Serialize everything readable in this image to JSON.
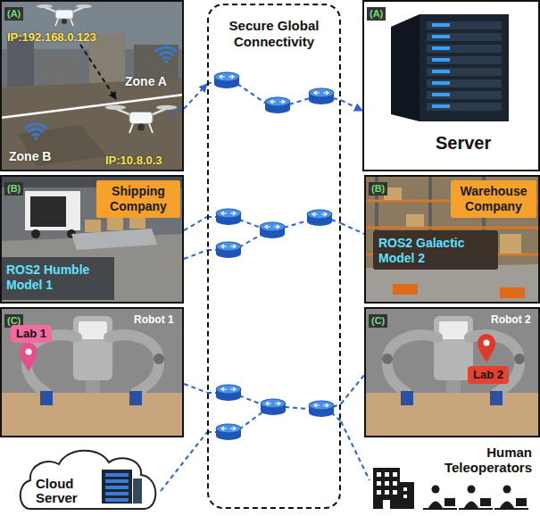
{
  "diagram": {
    "nodes": [
      {
        "text": [
          "(A)",
          "IP:192.168.0.123",
          "Zone A",
          "Zone B",
          "IP:10.8.0.3"
        ]
      },
      {
        "text": [
          "Secure Global Connectivity"
        ]
      },
      {
        "text": [
          "(A)",
          "Server"
        ]
      },
      {
        "text": [
          "(B)",
          "ROS2 Humble Model 1"
        ]
      },
      {
        "text": [
          "Shipping Company"
        ],
        "in": 3
      },
      {
        "text": [
          "(B)",
          "ROS2 Galactic Model 2"
        ]
      },
      {
        "text": [
          "Warehouse Company"
        ],
        "in": 5
      },
      {
        "text": [
          "(C)",
          "Robot 1",
          "Lab 1"
        ]
      },
      {
        "text": [
          "(C)",
          "Robot 2",
          "Lab 2"
        ]
      },
      {
        "text": [
          "Cloud Server"
        ]
      },
      {
        "text": [
          "Human Teleoperators"
        ]
      }
    ],
    "edges": [
      {
        "from": 0,
        "to": 1,
        "arrow": "to"
      },
      {
        "from": 1,
        "to": 2,
        "arrow": "to"
      },
      {
        "from": 3,
        "to": 1,
        "arrow": "none"
      },
      {
        "from": 3,
        "to": 1,
        "arrow": "none"
      },
      {
        "from": 1,
        "to": 5,
        "arrow": "none"
      },
      {
        "from": 7,
        "to": 1,
        "arrow": "none"
      },
      {
        "from": 9,
        "to": 1,
        "arrow": "none"
      },
      {
        "from": 1,
        "to": 8,
        "arrow": "none"
      },
      {
        "from": 1,
        "to": 10,
        "arrow": "none"
      }
    ]
  }
}
